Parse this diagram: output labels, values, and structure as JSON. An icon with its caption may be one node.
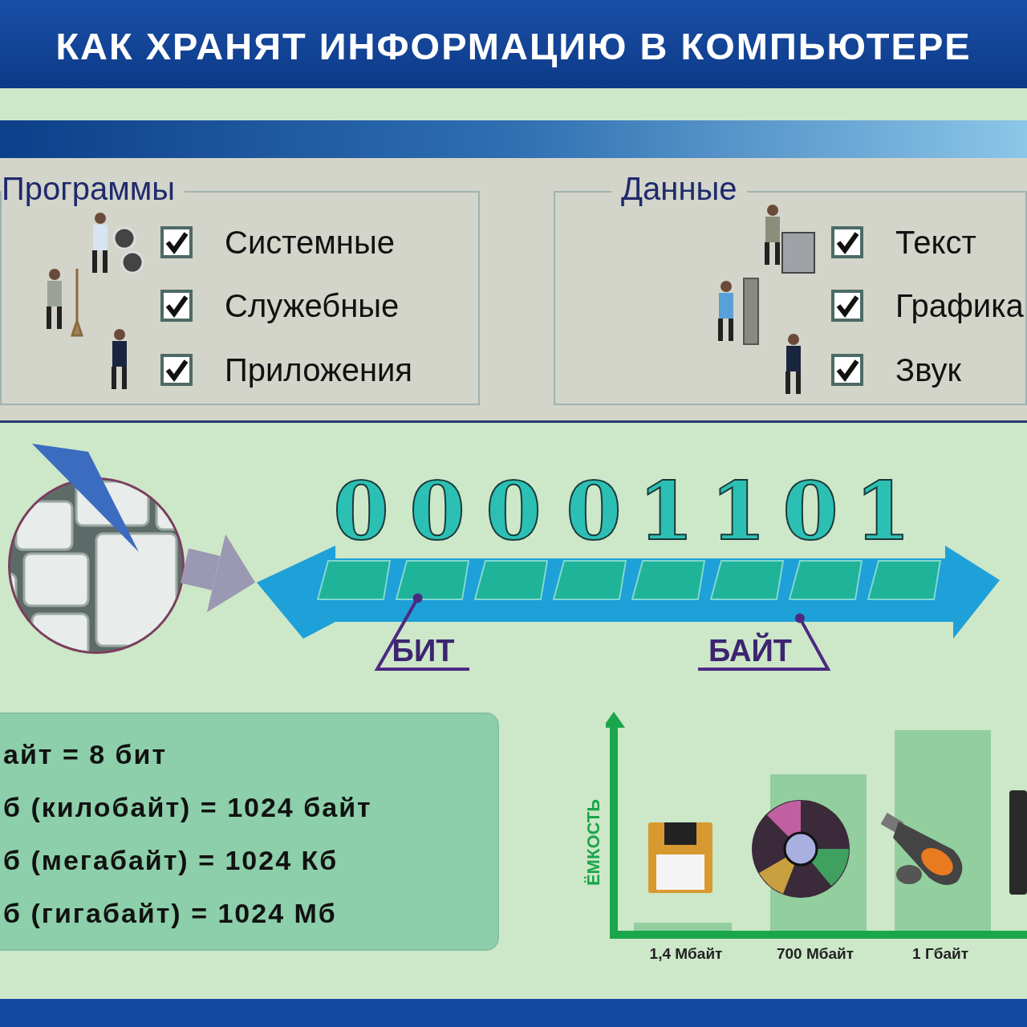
{
  "diagram": {
    "title": "КАК ХРАНЯТ ИНФОРМАЦИЮ В КОМПЬЮТЕРЕ",
    "nodes": [
      {
        "text": [
          "Программы"
        ]
      },
      {
        "text": [
          "Данные"
        ]
      },
      {
        "text": [],
        "shape": "triangle"
      },
      {
        "text": [],
        "shape": "picture"
      },
      {
        "text": [],
        "shape": "picture"
      },
      {
        "text": [],
        "shape": "box",
        "in": 4
      },
      {
        "text": [],
        "shape": "box",
        "in": 4
      },
      {
        "text": [],
        "shape": "box",
        "in": 4
      },
      {
        "text": [],
        "shape": "box",
        "in": 4
      },
      {
        "text": [],
        "shape": "box",
        "in": 4
      },
      {
        "text": [],
        "shape": "box",
        "in": 4
      },
      {
        "text": [],
        "shape": "box",
        "in": 4
      },
      {
        "text": [],
        "shape": "box",
        "in": 4
      },
      {
        "text": [
          "БИТ"
        ]
      },
      {
        "text": [
          "БАЙТ"
        ]
      },
      {
        "text": [
          "айт = 8 бит",
          "б (килобайт) = 1024 байт",
          "б (мегабайт) = 1024 Кб",
          "б (гигабайт) = 1024 Мб"
        ]
      }
    ],
    "edges": [
      {
        "from": 3,
        "to": 4,
        "arrow": "to",
        "style": "thick",
        "color": "#9a98b2"
      },
      {
        "from": 13,
        "to": 6,
        "arrow": "other"
      },
      {
        "from": 14,
        "to": 4,
        "arrow": "other"
      }
    ],
    "labels": [
      "Системные",
      "Служебные",
      "Приложения",
      "Текст",
      "Графика",
      "Звук",
      "0",
      "0",
      "0",
      "0",
      "1",
      "1",
      "0",
      "1",
      "ЁМКОСТЬ",
      "1,4 Мбайт",
      "700 Мбайт",
      "1 Гбайт"
    ]
  }
}
